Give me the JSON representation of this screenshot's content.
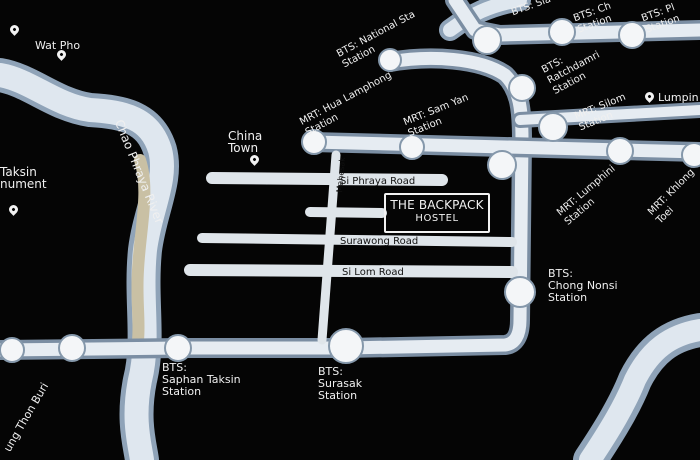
{
  "map": {
    "hostel": {
      "line1": "THE BACKPACK",
      "line2": "HOSTEL"
    },
    "river_label": "Chao Phraya River",
    "places": {
      "wat_pho": "Wat Pho",
      "china_town": "China\nTown",
      "taksin_monument": "Taksin\nnument",
      "lumpini": "Lumpin"
    },
    "roads": {
      "si_phraya": "Si Phraya Road",
      "surawong": "Surawong Road",
      "si_lom": "Si Lom Road",
      "narathiwat": "Mahesak"
    },
    "stations": {
      "bts_national_stadium": "BTS: National Sta\nStation",
      "mrt_hua_lamphong": "MRT: Hua Lamphong\nStation",
      "mrt_sam_yan": "MRT: Sam Yan\nStation",
      "bts_ratchadamri": "BTS:\nRatchdamri\nStation",
      "mrt_silom": "MRT: Silom\nStation",
      "mrt_lumphini": "MRT: Lumphini\nStation",
      "mrt_khlong_toei": "MRT: Khlong\nToei",
      "bts_chong_nonsi": "BTS:\nChong Nonsi\nStation",
      "bts_saphan_taksin": "BTS:\nSaphan Taksin\nStation",
      "bts_surasak": "BTS:\nSurasak\nStation",
      "bts_siam": "BTS: Sia",
      "bts_chit_lom": "BTS: Ch\nStation",
      "bts_phloen_chit": "BTS: Pl\nStation",
      "krung_thon_buri": "ung Thon Buri"
    },
    "colors": {
      "background": "#050505",
      "paint": "#e8edf3",
      "river_sand": "#c9c0a4",
      "river_blue": "#9fb2c6"
    }
  }
}
